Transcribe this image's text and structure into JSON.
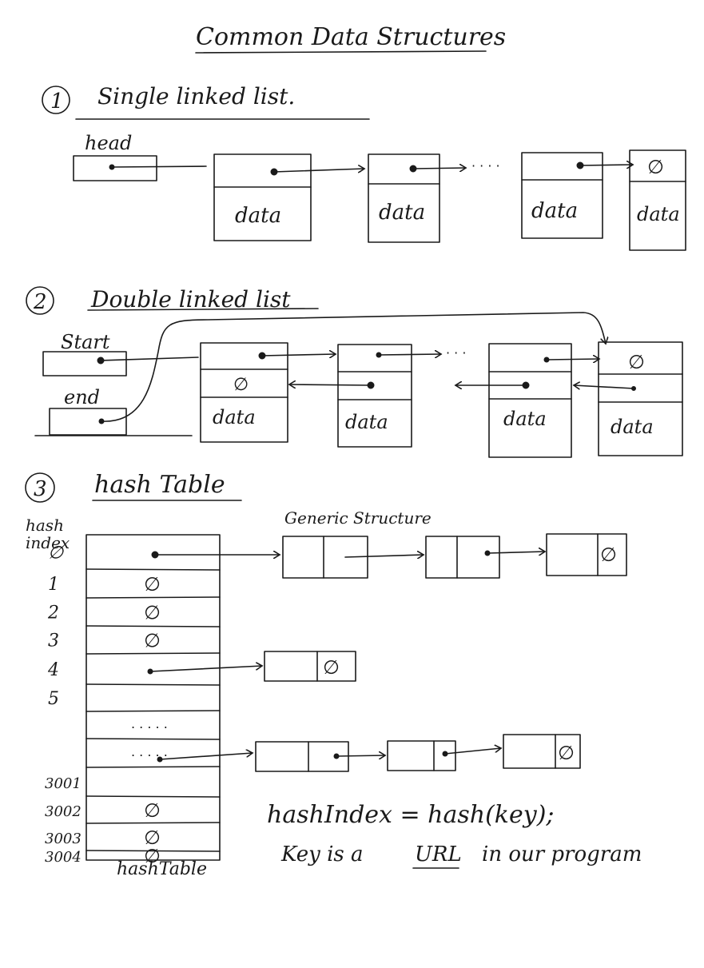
{
  "title": "Common Data Structures",
  "sections": [
    {
      "number": "1",
      "heading": "Single linked list."
    },
    {
      "number": "2",
      "heading": "Double linked list"
    },
    {
      "number": "3",
      "heading": "hash Table"
    }
  ],
  "single": {
    "head_label": "head",
    "data_label": "data",
    "null_symbol": "∅",
    "ellipsis": "· · · ·"
  },
  "double": {
    "start_label": "Start",
    "end_label": "end",
    "data_label": "data",
    "null_symbol": "∅",
    "ellipsis": "· · ·"
  },
  "hash": {
    "index_header": "hash index",
    "index_header_line1": "hash",
    "index_header_line2": "index",
    "indices": [
      "∅",
      "1",
      "2",
      "3",
      "4",
      "5",
      "",
      "",
      "3001",
      "3002",
      "3003",
      "3004"
    ],
    "null_symbol": "∅",
    "generic_label": "Generic Structure",
    "table_label": "hashTable",
    "dots": ". . . . .",
    "formula": "hashIndex = hash(key);",
    "note_prefix": "Key is a",
    "note_url": "URL",
    "note_suffix": "in our program"
  }
}
